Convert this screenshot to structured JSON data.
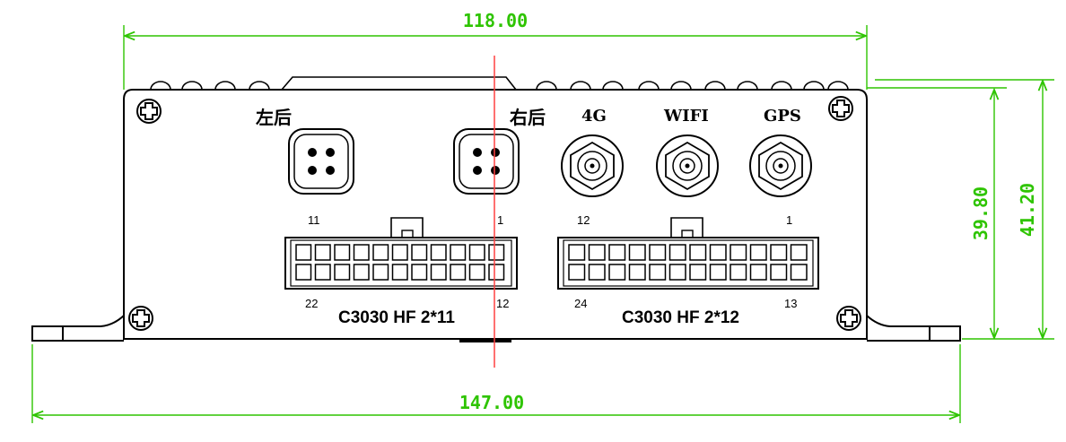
{
  "dimensions": {
    "top_width": "118.00",
    "bottom_width": "147.00",
    "inner_height": "39.80",
    "outer_height": "41.20"
  },
  "ports": {
    "left_rear": "左后",
    "right_rear": "右后",
    "lte": "4G",
    "wifi": "WIFI",
    "gps": "GPS"
  },
  "connectors": {
    "left": {
      "part": "C3030 HF 2*11",
      "pin_top_left": "11",
      "pin_top_right": "1",
      "pin_bottom_left": "22",
      "pin_bottom_right": "12"
    },
    "right": {
      "part": "C3030 HF 2*12",
      "pin_top_left": "12",
      "pin_top_right": "1",
      "pin_bottom_left": "24",
      "pin_bottom_right": "13"
    }
  },
  "colors": {
    "dimension": "#2ec400",
    "centerline": "#ff4040",
    "line": "#000000"
  }
}
